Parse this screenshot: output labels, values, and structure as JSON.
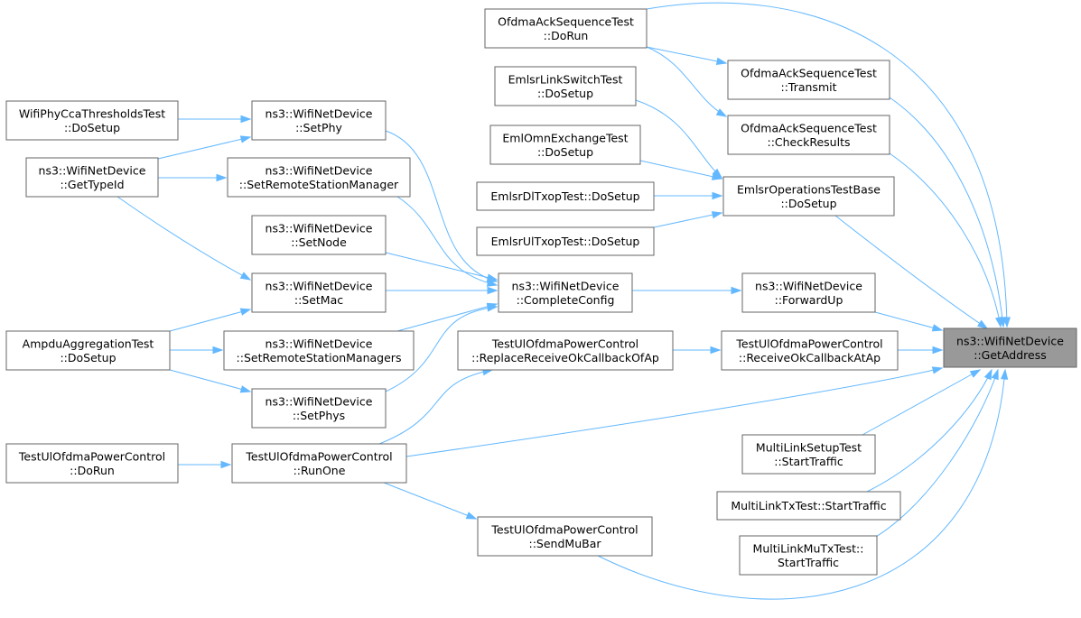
{
  "graph": {
    "title": "",
    "nodes": [
      {
        "id": "getaddress",
        "lines": [
          "ns3::WifiNetDevice",
          "::GetAddress"
        ],
        "highlight": true
      },
      {
        "id": "ofdma_dorun",
        "lines": [
          "OfdmaAckSequenceTest",
          "::DoRun"
        ]
      },
      {
        "id": "ofdma_transmit",
        "lines": [
          "OfdmaAckSequenceTest",
          "::Transmit"
        ]
      },
      {
        "id": "ofdma_checkresults",
        "lines": [
          "OfdmaAckSequenceTest",
          "::CheckResults"
        ]
      },
      {
        "id": "emlsrlinkswitch",
        "lines": [
          "EmlsrLinkSwitchTest",
          "::DoSetup"
        ]
      },
      {
        "id": "emlomn",
        "lines": [
          "EmlOmnExchangeTest",
          "::DoSetup"
        ]
      },
      {
        "id": "emlsrdltxop",
        "lines": [
          "EmlsrDlTxopTest::DoSetup"
        ]
      },
      {
        "id": "emlsrultxop",
        "lines": [
          "EmlsrUlTxopTest::DoSetup"
        ]
      },
      {
        "id": "emlsrbase",
        "lines": [
          "EmlsrOperationsTestBase",
          "::DoSetup"
        ]
      },
      {
        "id": "wifiphycca",
        "lines": [
          "WifiPhyCcaThresholdsTest",
          "::DoSetup"
        ]
      },
      {
        "id": "setphy",
        "lines": [
          "ns3::WifiNetDevice",
          "::SetPhy"
        ]
      },
      {
        "id": "gettypeid",
        "lines": [
          "ns3::WifiNetDevice",
          "::GetTypeId"
        ]
      },
      {
        "id": "setrsm",
        "lines": [
          "ns3::WifiNetDevice",
          "::SetRemoteStationManager"
        ]
      },
      {
        "id": "setnode",
        "lines": [
          "ns3::WifiNetDevice",
          "::SetNode"
        ]
      },
      {
        "id": "setmac",
        "lines": [
          "ns3::WifiNetDevice",
          "::SetMac"
        ]
      },
      {
        "id": "ampdu",
        "lines": [
          "AmpduAggregationTest",
          "::DoSetup"
        ]
      },
      {
        "id": "setrsms",
        "lines": [
          "ns3::WifiNetDevice",
          "::SetRemoteStationManagers"
        ]
      },
      {
        "id": "setphys",
        "lines": [
          "ns3::WifiNetDevice",
          "::SetPhys"
        ]
      },
      {
        "id": "completeconfig",
        "lines": [
          "ns3::WifiNetDevice",
          "::CompleteConfig"
        ]
      },
      {
        "id": "forwardup",
        "lines": [
          "ns3::WifiNetDevice",
          "::ForwardUp"
        ]
      },
      {
        "id": "replacercv",
        "lines": [
          "TestUlOfdmaPowerControl",
          "::ReplaceReceiveOkCallbackOfAp"
        ]
      },
      {
        "id": "receiveok",
        "lines": [
          "TestUlOfdmaPowerControl",
          "::ReceiveOkCallbackAtAp"
        ]
      },
      {
        "id": "ulofdma_dorun",
        "lines": [
          "TestUlOfdmaPowerControl",
          "::DoRun"
        ]
      },
      {
        "id": "runone",
        "lines": [
          "TestUlOfdmaPowerControl",
          "::RunOne"
        ]
      },
      {
        "id": "sendmubar",
        "lines": [
          "TestUlOfdmaPowerControl",
          "::SendMuBar"
        ]
      },
      {
        "id": "mlsetup",
        "lines": [
          "MultiLinkSetupTest",
          "::StartTraffic"
        ]
      },
      {
        "id": "mltx",
        "lines": [
          "MultiLinkTxTest::StartTraffic"
        ]
      },
      {
        "id": "mlmutx",
        "lines": [
          "MultiLinkMuTxTest::",
          "StartTraffic"
        ]
      }
    ],
    "edges": [
      {
        "from": "ofdma_dorun",
        "to": "getaddress"
      },
      {
        "from": "ofdma_dorun",
        "to": "ofdma_transmit"
      },
      {
        "from": "ofdma_dorun",
        "to": "ofdma_checkresults"
      },
      {
        "from": "ofdma_transmit",
        "to": "getaddress"
      },
      {
        "from": "ofdma_checkresults",
        "to": "getaddress"
      },
      {
        "from": "emlsrlinkswitch",
        "to": "emlsrbase"
      },
      {
        "from": "emlomn",
        "to": "emlsrbase"
      },
      {
        "from": "emlsrdltxop",
        "to": "emlsrbase"
      },
      {
        "from": "emlsrultxop",
        "to": "emlsrbase"
      },
      {
        "from": "emlsrbase",
        "to": "getaddress"
      },
      {
        "from": "wifiphycca",
        "to": "setphy"
      },
      {
        "from": "gettypeid",
        "to": "setphy"
      },
      {
        "from": "gettypeid",
        "to": "setrsm"
      },
      {
        "from": "gettypeid",
        "to": "setmac"
      },
      {
        "from": "ampdu",
        "to": "setmac"
      },
      {
        "from": "ampdu",
        "to": "setrsms"
      },
      {
        "from": "ampdu",
        "to": "setphys"
      },
      {
        "from": "setphy",
        "to": "completeconfig"
      },
      {
        "from": "setrsm",
        "to": "completeconfig"
      },
      {
        "from": "setnode",
        "to": "completeconfig"
      },
      {
        "from": "setmac",
        "to": "completeconfig"
      },
      {
        "from": "setrsms",
        "to": "completeconfig"
      },
      {
        "from": "setphys",
        "to": "completeconfig"
      },
      {
        "from": "completeconfig",
        "to": "forwardup"
      },
      {
        "from": "forwardup",
        "to": "getaddress"
      },
      {
        "from": "replacercv",
        "to": "receiveok"
      },
      {
        "from": "receiveok",
        "to": "getaddress"
      },
      {
        "from": "ulofdma_dorun",
        "to": "runone"
      },
      {
        "from": "runone",
        "to": "replacercv"
      },
      {
        "from": "runone",
        "to": "getaddress"
      },
      {
        "from": "runone",
        "to": "sendmubar"
      },
      {
        "from": "sendmubar",
        "to": "getaddress"
      },
      {
        "from": "mlsetup",
        "to": "getaddress"
      },
      {
        "from": "mltx",
        "to": "getaddress"
      },
      {
        "from": "mlmutx",
        "to": "getaddress"
      }
    ]
  }
}
